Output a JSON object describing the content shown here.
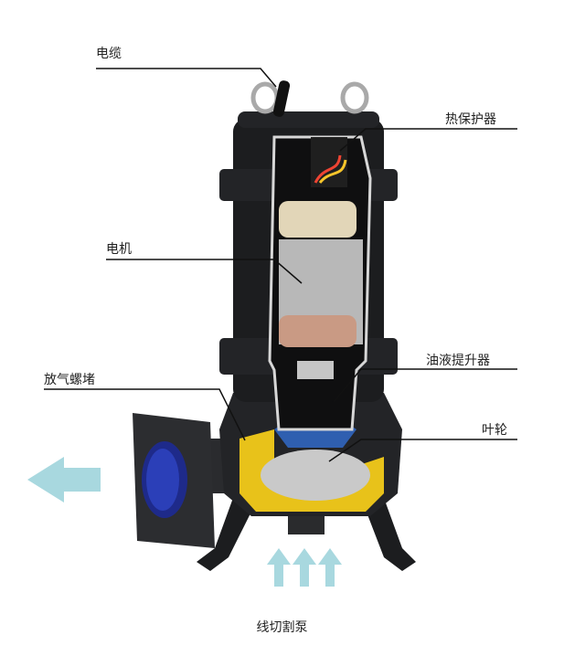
{
  "labels": {
    "cable": "电缆",
    "thermal_protector": "热保护器",
    "motor": "电机",
    "oil_lifter": "油液提升器",
    "vent_plug": "放气螺堵",
    "impeller": "叶轮"
  },
  "caption": "线切割泵",
  "colors": {
    "body": "#1c1d1f",
    "casing_cut": "#e8c21a",
    "flow_arrow": "#a8d8df",
    "stator": "#b8b8b8",
    "leader_line": "#111111"
  }
}
